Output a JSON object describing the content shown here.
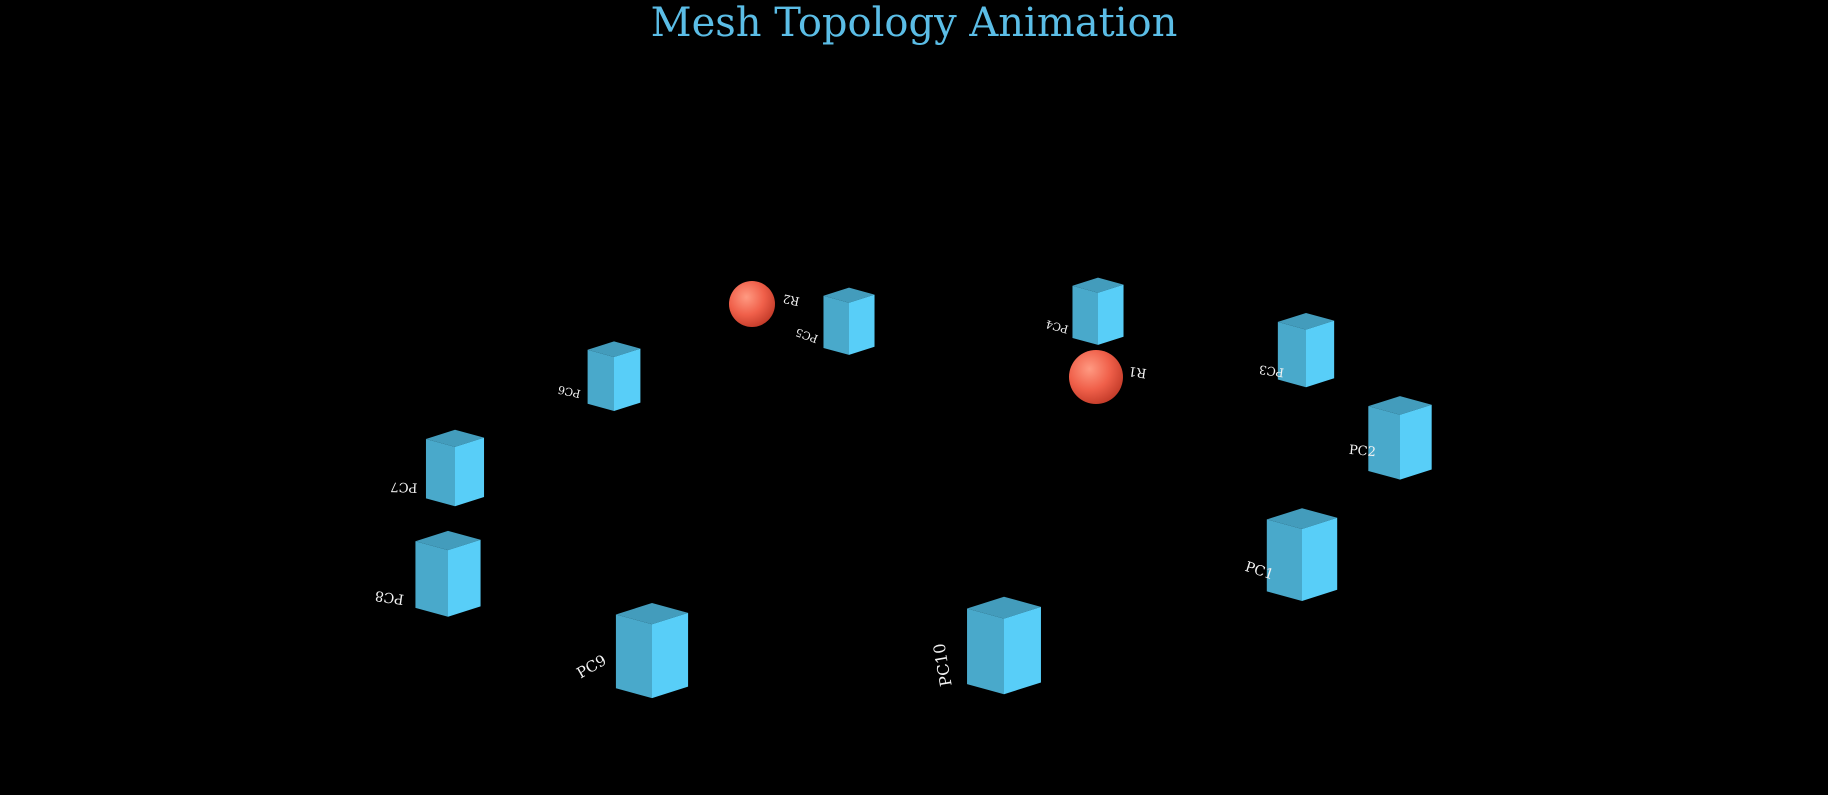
{
  "title": "Mesh Topology Animation",
  "colors": {
    "background": "#000000",
    "title": "#5bbde6",
    "pc_node": "#4fb8dd",
    "router_node": "#f0604a",
    "label": "#f2f2f2"
  },
  "routers": [
    {
      "id": "R1",
      "label": "R1"
    },
    {
      "id": "R2",
      "label": "R2"
    }
  ],
  "pcs": [
    {
      "id": "PC1",
      "label": "PC1"
    },
    {
      "id": "PC2",
      "label": "PC2"
    },
    {
      "id": "PC3",
      "label": "PC3"
    },
    {
      "id": "PC4",
      "label": "PC4"
    },
    {
      "id": "PC5",
      "label": "PC5"
    },
    {
      "id": "PC6",
      "label": "PC6"
    },
    {
      "id": "PC7",
      "label": "PC7"
    },
    {
      "id": "PC8",
      "label": "PC8"
    },
    {
      "id": "PC9",
      "label": "PC9"
    },
    {
      "id": "PC10",
      "label": "PC10"
    }
  ]
}
